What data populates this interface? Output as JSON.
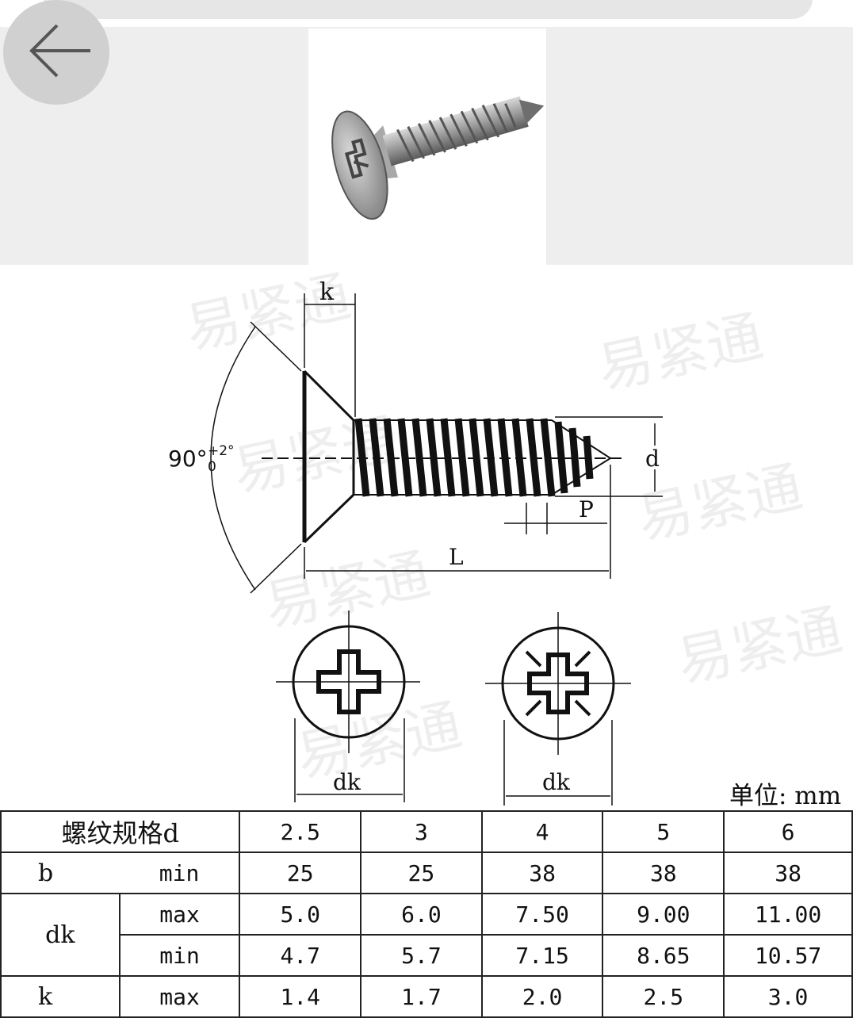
{
  "nav": {
    "back_icon": "arrow-left-icon"
  },
  "drawing": {
    "label_k": "k",
    "label_angle_main": "90°",
    "label_angle_sup": "+2°",
    "label_angle_sub": "0",
    "label_d": "d",
    "label_p": "P",
    "label_l": "L",
    "label_dk_left": "dk",
    "label_dk_right": "dk"
  },
  "unit": "单位: mm",
  "table": {
    "header_label": "螺纹规格d",
    "sizes": [
      "2.5",
      "3",
      "4",
      "5",
      "6"
    ],
    "b": {
      "symbol": "b",
      "limit": "min",
      "values": [
        "25",
        "25",
        "38",
        "38",
        "38"
      ]
    },
    "dk": {
      "symbol": "dk",
      "max": {
        "limit": "max",
        "values": [
          "5.0",
          "6.0",
          "7.50",
          "9.00",
          "11.00"
        ]
      },
      "min": {
        "limit": "min",
        "values": [
          "4.7",
          "5.7",
          "7.15",
          "8.65",
          "10.57"
        ]
      }
    },
    "k": {
      "symbol": "k",
      "limit": "max",
      "values": [
        "1.4",
        "1.7",
        "2.0",
        "2.5",
        "3.0"
      ]
    }
  }
}
